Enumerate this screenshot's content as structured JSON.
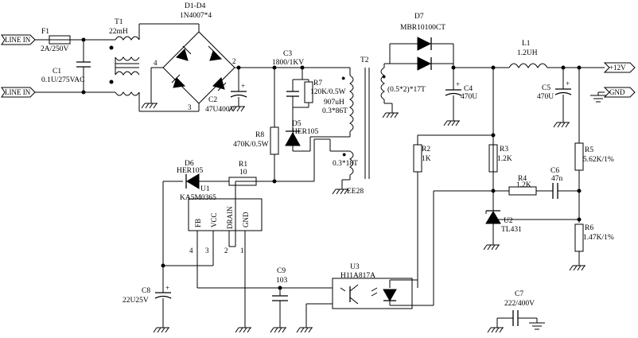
{
  "connectors": {
    "line_in_1": "LINE IN",
    "line_in_2": "LINE IN",
    "out_12v": "+12V",
    "gnd": "GND"
  },
  "components": {
    "f1": {
      "ref": "F1",
      "value": "2A/250V"
    },
    "c1": {
      "ref": "C1",
      "value": "0.1U/275VAC"
    },
    "t1": {
      "ref": "T1",
      "value": "22mH"
    },
    "d1d4": {
      "ref": "D1-D4",
      "value": "1N4007*4"
    },
    "c2": {
      "ref": "C2",
      "value": "47U400V"
    },
    "c3": {
      "ref": "C3",
      "value": "1800/1KV"
    },
    "r7": {
      "ref": "R7",
      "value": "120K/0.5W"
    },
    "r8": {
      "ref": "R8",
      "value": "470K/0.5W"
    },
    "d5": {
      "ref": "D5",
      "value": "HER105"
    },
    "t2": {
      "ref": "T2",
      "core": "EE28",
      "primary_l": "907uH",
      "primary_w": "0.3*86T",
      "secondary": "(0.5*2)*17T",
      "aux": "0.3*18T"
    },
    "d7": {
      "ref": "D7",
      "value": "MBR10100CT"
    },
    "c4": {
      "ref": "C4",
      "value": "470U"
    },
    "l1": {
      "ref": "L1",
      "value": "1.2UH"
    },
    "c5": {
      "ref": "C5",
      "value": "470U"
    },
    "d6": {
      "ref": "D6",
      "value": "HER105"
    },
    "r1": {
      "ref": "R1",
      "value": "10"
    },
    "u1": {
      "ref": "U1",
      "value": "KA5M0365",
      "pins": [
        "FB",
        "VCC",
        "DRAIN",
        "GND"
      ],
      "pin_numbers": [
        "4",
        "3",
        "2",
        "1"
      ]
    },
    "r2": {
      "ref": "R2",
      "value": "1K"
    },
    "r3": {
      "ref": "R3",
      "value": "1.2K"
    },
    "r4": {
      "ref": "R4",
      "value": "1.2K"
    },
    "c6": {
      "ref": "C6",
      "value": "47n"
    },
    "r5": {
      "ref": "R5",
      "value": "5.62K/1%"
    },
    "u2": {
      "ref": "U2",
      "value": "TL431"
    },
    "r6": {
      "ref": "R6",
      "value": "1.47K/1%"
    },
    "u3": {
      "ref": "U3",
      "value": "H11A817A"
    },
    "c9": {
      "ref": "C9",
      "value": "103"
    },
    "c8": {
      "ref": "C8",
      "value": "22U25V"
    },
    "c7": {
      "ref": "C7",
      "value": "222/400V"
    }
  },
  "nodes": {
    "n2": "2",
    "n3": "3",
    "n4": "4",
    "n1": "1"
  },
  "plus_signs": {
    "c2": "+",
    "c4": "+",
    "c5": "+",
    "c8": "+"
  },
  "dots": {
    "a": "●",
    "b": "●",
    "c": "●"
  }
}
